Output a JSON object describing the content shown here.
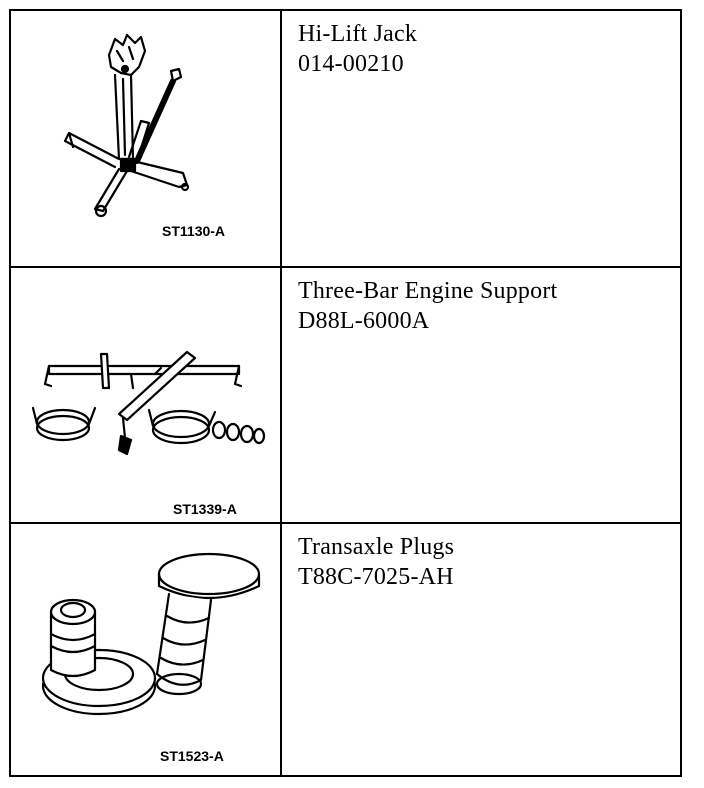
{
  "rows": [
    {
      "tool_name": "Hi-Lift Jack",
      "part_number": "014-00210",
      "illustration_code": "ST1130-A"
    },
    {
      "tool_name": "Three-Bar Engine Support",
      "part_number": "D88L-6000A",
      "illustration_code": "ST1339-A"
    },
    {
      "tool_name": "Transaxle Plugs",
      "part_number": "T88C-7025-AH",
      "illustration_code": "ST1523-A"
    }
  ]
}
